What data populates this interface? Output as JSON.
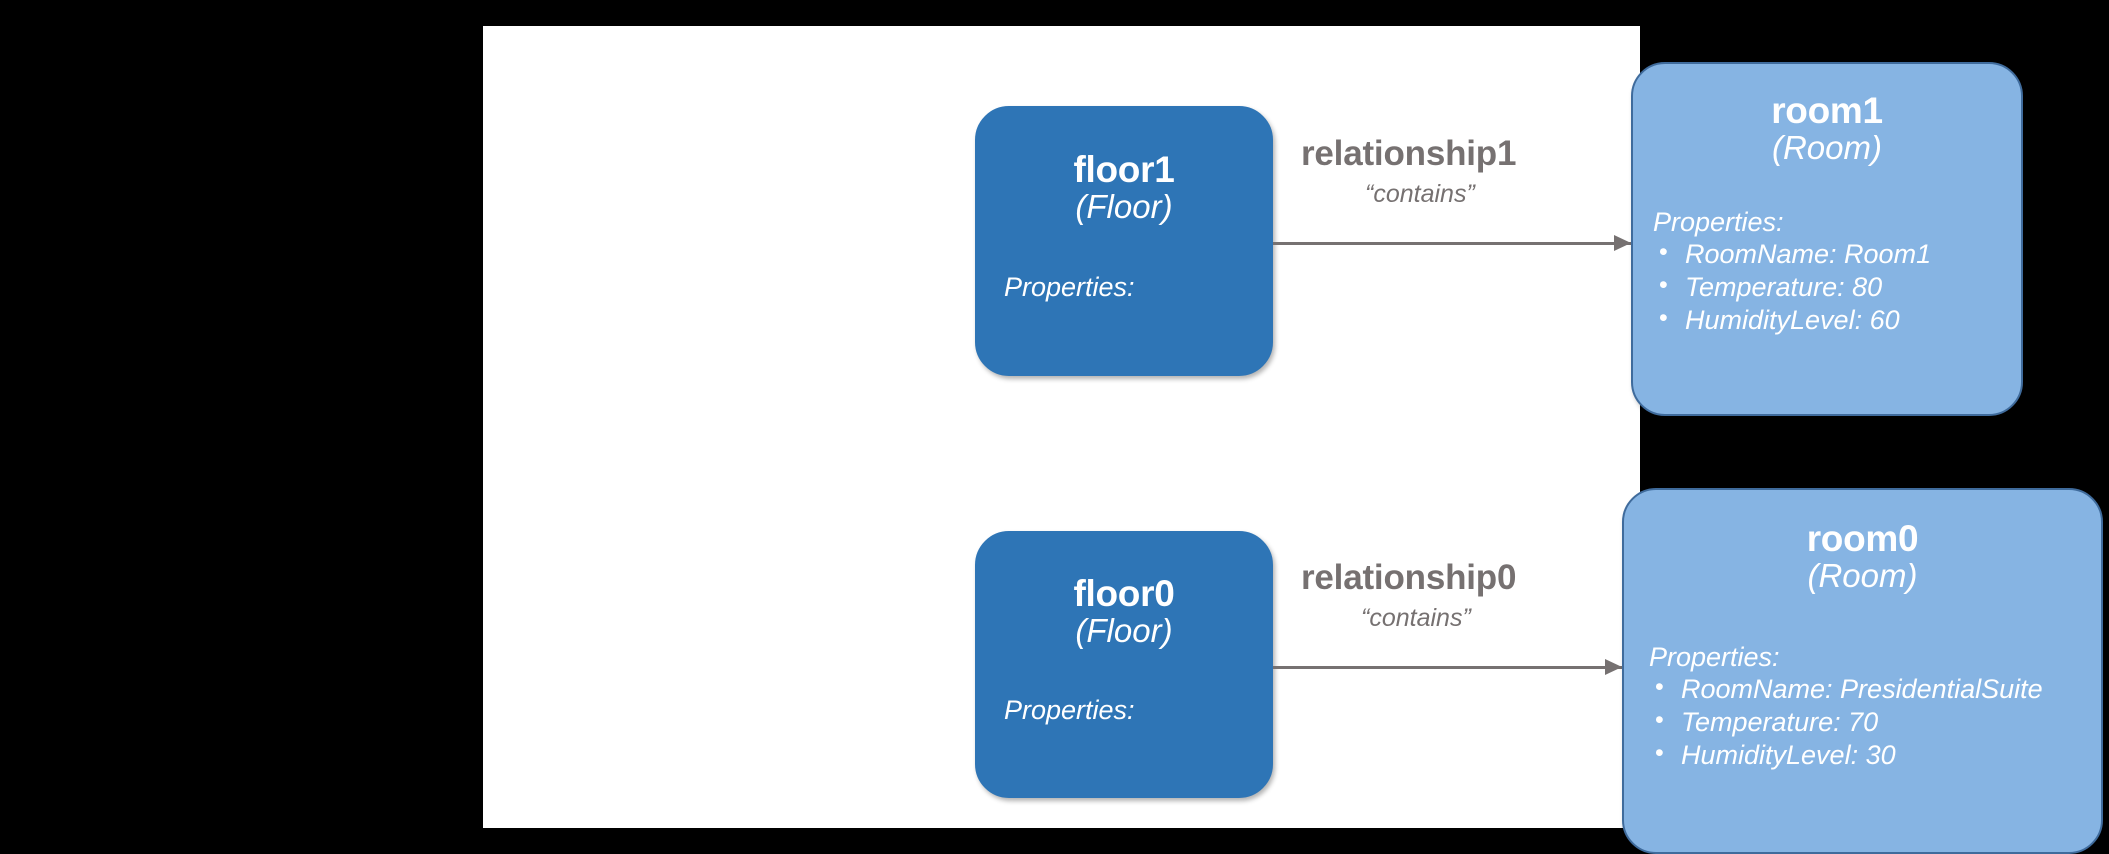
{
  "canvas": {
    "background_color": "#FFFFFF",
    "outer_background_color": "#000000"
  },
  "colors": {
    "floor_fill": "#2E75B6",
    "room_fill": "#86B4E3",
    "room_border": "#3F6B9C",
    "edge_gray": "#767171",
    "node_text": "#FFFFFF"
  },
  "diagram": {
    "type": "digital-twin-graph",
    "nodes": [
      {
        "id": "floor1",
        "title": "floor1",
        "type_label": "(Floor)",
        "properties_label": "Properties:",
        "properties": []
      },
      {
        "id": "room1",
        "title": "room1",
        "type_label": "(Room)",
        "properties_label": "Properties:",
        "properties": [
          "RoomName: Room1",
          "Temperature: 80",
          "HumidityLevel: 60"
        ]
      },
      {
        "id": "floor0",
        "title": "floor0",
        "type_label": "(Floor)",
        "properties_label": "Properties:",
        "properties": []
      },
      {
        "id": "room0",
        "title": "room0",
        "type_label": "(Room)",
        "properties_label": "Properties:",
        "properties": [
          "RoomName: PresidentialSuite",
          "Temperature: 70",
          "HumidityLevel: 30"
        ]
      }
    ],
    "edges": [
      {
        "id": "relationship1",
        "name": "relationship1",
        "kind": "“contains”",
        "source": "floor1",
        "target": "room1"
      },
      {
        "id": "relationship0",
        "name": "relationship0",
        "kind": "“contains”",
        "source": "floor0",
        "target": "room0"
      }
    ],
    "bullet_glyph": "•"
  }
}
